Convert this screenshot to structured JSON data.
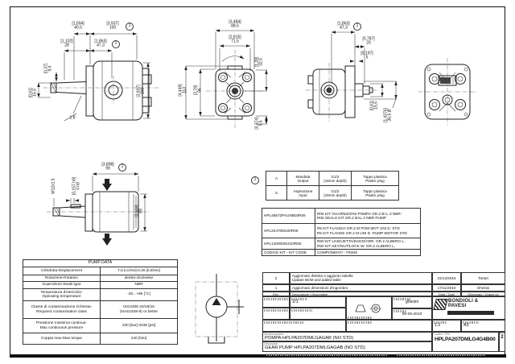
{
  "balloon": "1",
  "dims": {
    "d1": {
      "in": "[1,594]",
      "mm": "40,5"
    },
    "d2": {
      "in": "[3,937]",
      "mm": "100"
    },
    "d3": {
      "in": "[1,102]",
      "mm": "28"
    },
    "d4": {
      "in": "[1,863]",
      "mm": "47,3"
    },
    "d5": {
      "in": "[0,37]",
      "mm": "9,4"
    },
    "d6": {
      "in": "[0,61]",
      "mm": "15,5"
    },
    "d7": {
      "in": "[3,937]",
      "mm": "100"
    },
    "d8": {
      "in": "[3,484]",
      "mm": "88,5"
    },
    "d9": {
      "in": "[2,815]",
      "mm": "71,5"
    },
    "d10": {
      "in": "[1,28]",
      "mm": "32,5"
    },
    "d11": {
      "in": "[3,78]",
      "mm": "96"
    },
    "d12": {
      "in": "[4,449]",
      "mm": "113"
    },
    "d13": {
      "in": "[0,374]",
      "mm": "9,5"
    },
    "d14": {
      "in": "[1,863]",
      "mm": "47,3"
    },
    "d15": {
      "in": "[0,787]",
      "mm": "20"
    },
    "d16": {
      "in": "[0,197]",
      "mm": "5"
    },
    "d17": {
      "in": "[0,61]",
      "mm": "15,5"
    },
    "d18": {
      "in": "[1,4376]",
      "mm": "36,5 Ø"
    },
    "d19": {
      "in": "[3,898]",
      "mm": "99"
    },
    "d21": {
      "in": "[0,157 h9]",
      "mm": "4 h9"
    },
    "d22": {
      "in": "[3,504]",
      "mm": "89"
    },
    "taper_note": "1:8",
    "thread_note": "M12x1.5"
  },
  "port_table": {
    "rows": [
      {
        "id": "A",
        "name_it": "Mandata",
        "name_en": "Output",
        "thread": "G1/2",
        "thread_note": "(16mm depth)",
        "plug_it": "Tappo plastica",
        "plug_en": "Plastic plug"
      },
      {
        "id": "S",
        "name_it": "Aspirazione",
        "name_en": "Input",
        "thread": "G1/2",
        "thread_note": "(16mm depth)",
        "plug_it": "Tappo plastica",
        "plug_en": "Plastic plug"
      }
    ]
  },
  "kit_table": {
    "rows": [
      {
        "code": "HPL48672PAUNB03R06",
        "it": "R06 KIT GUARNIZIONI POMPA GR.2 BI L.3 NBR-",
        "en": "R06 SEALS KIT GR.2 BAL.3 NBR PUMP"
      },
      {
        "code": "HPL20470M100R05",
        "it": "R5 KIT FLANGIA GR.2 M POM MOT UNI D. STD",
        "en": "R5 KIT FLANGE GR.2 M UNI D. PUMP-MOTOR STD"
      },
      {
        "code": "HPL14000001010R50",
        "it": "R50 KIT LINGUETTA/DADO/ARR. GR.2 ALBERO L.",
        "en": "R50 KIT KEY/NUT/LOCK W. GR.2 ALBERO L."
      }
    ],
    "footer": {
      "code": "CODICE KIT - KIT CODE",
      "desc": "COMPONENTI - ITEMS"
    }
  },
  "pump_data": {
    "title": "PUMP DATA",
    "rows": [
      {
        "label": "Cilindrata-Displacement",
        "value": "7,5 [cc/rev]-0,46 [in3/rev]"
      },
      {
        "label": "Rotazione-Rotation",
        "value": "destra-clockwise"
      },
      {
        "label": "Guarnizioni-Seals type",
        "value": "NBR"
      },
      {
        "label": "Temperatura d'esercizio-",
        "label2": "Operating temperature",
        "value": "-20...+85 [°C]"
      },
      {
        "label": "Classe di contaminazione richiesta-",
        "label2": "Required contamination class",
        "value": "ISO4406 20/18/15",
        "value2": "(NAS1638-9) or better"
      },
      {
        "label": "Pressione massima continua-",
        "label2": "Max continuous pressure",
        "value": "230 [bar]-3336 [psi]"
      },
      {
        "label": "Coppia max-Max torque",
        "value": "140 [Nm]"
      }
    ]
  },
  "revision_table": {
    "header": {
      "rev": "Rev.",
      "desc": "Descrizione / Description",
      "date": "Data / Date",
      "by": "Disegnato / Drawn by"
    },
    "rows": [
      {
        "rev": "2",
        "it": "Aggiornato distinta e aggiunto tabella",
        "en": "Update BOM and added table",
        "date": "23/12/2015",
        "by": "Tartari"
      },
      {
        "rev": "1",
        "it": "Aggiornato dimensioni d'ingombro",
        "date": "17/11/2010",
        "by": "Ghesini"
      }
    ]
  },
  "title_block": {
    "scale": "1/1",
    "approved": "ghesini",
    "date": "09-06-2010",
    "weight": "1.3",
    "format": "A3",
    "company": "BONDIOLI & PAVESI",
    "name_label_it": "Denominazione",
    "name_label_en": "Description",
    "title_it": "POMPA HPLPA207DMLGAGAB (NO STD)",
    "title_en": "GEAR PUMP HPLPA207DMLGAGAB (NO STD)",
    "code_label": "Codice / P/N",
    "part_number": "HPLPA207DMLG4G4B00",
    "rev_label": "Rev.",
    "rev": "2"
  }
}
